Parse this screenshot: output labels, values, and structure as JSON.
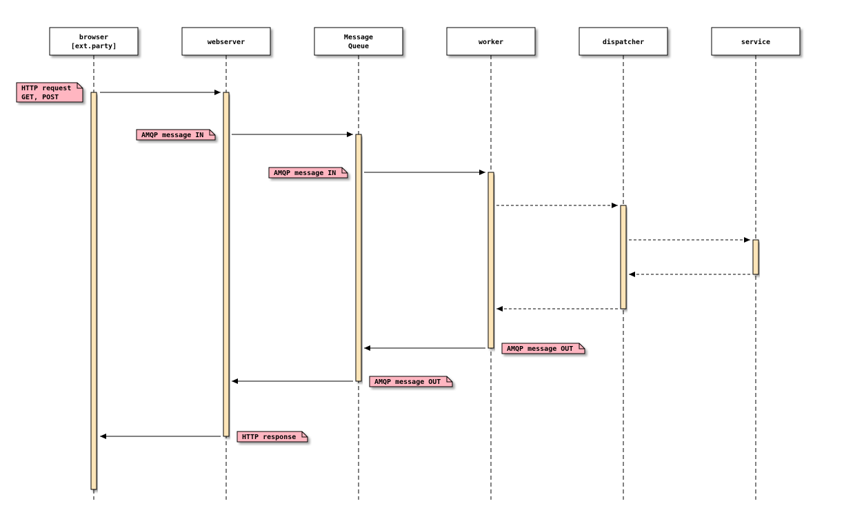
{
  "colors": {
    "activation": "#fde5b8",
    "note": "#ffb6c1",
    "line": "#000000",
    "box": "#ffffff"
  },
  "participants": [
    {
      "id": "browser",
      "lines": [
        "browser",
        "[ext.party]"
      ]
    },
    {
      "id": "webserver",
      "lines": [
        "webserver"
      ]
    },
    {
      "id": "mq",
      "lines": [
        "Message",
        "Queue"
      ]
    },
    {
      "id": "worker",
      "lines": [
        "worker"
      ]
    },
    {
      "id": "dispatcher",
      "lines": [
        "dispatcher"
      ]
    },
    {
      "id": "service",
      "lines": [
        "service"
      ]
    }
  ],
  "messages": [
    {
      "from": 0,
      "to": 1,
      "style": "solid"
    },
    {
      "from": 1,
      "to": 2,
      "style": "solid"
    },
    {
      "from": 2,
      "to": 3,
      "style": "solid"
    },
    {
      "from": 3,
      "to": 4,
      "style": "dashed"
    },
    {
      "from": 4,
      "to": 5,
      "style": "dashed"
    },
    {
      "from": 5,
      "to": 4,
      "style": "dashed"
    },
    {
      "from": 4,
      "to": 3,
      "style": "dashed"
    },
    {
      "from": 3,
      "to": 2,
      "style": "solid"
    },
    {
      "from": 2,
      "to": 1,
      "style": "solid"
    },
    {
      "from": 1,
      "to": 0,
      "style": "solid"
    }
  ],
  "notes": [
    {
      "lines": [
        "HTTP request",
        "GET, POST"
      ]
    },
    {
      "lines": [
        "AMQP message IN"
      ]
    },
    {
      "lines": [
        "AMQP message IN"
      ]
    },
    {
      "lines": [
        "AMQP message OUT"
      ]
    },
    {
      "lines": [
        "AMQP message OUT"
      ]
    },
    {
      "lines": [
        "HTTP response"
      ]
    }
  ]
}
